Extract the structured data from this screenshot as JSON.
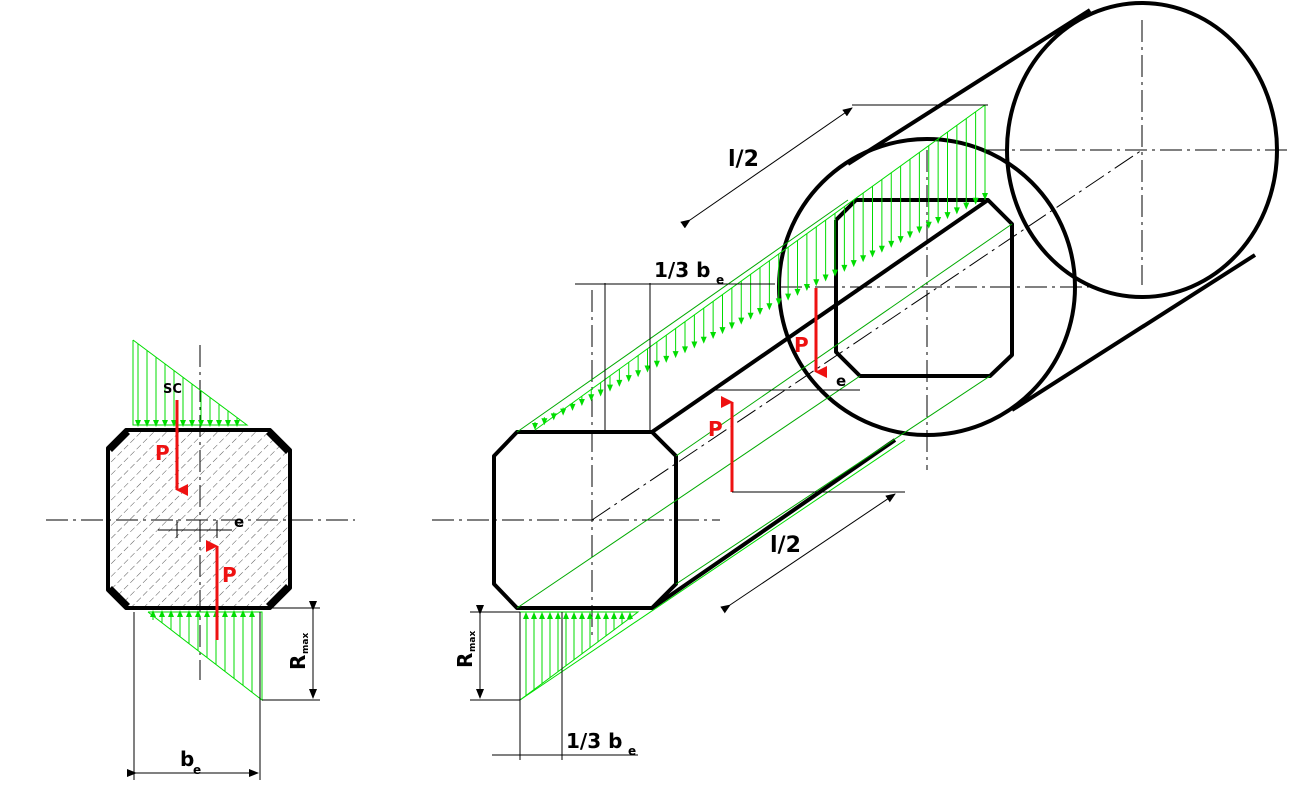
{
  "colors": {
    "outline": "#000000",
    "load_arrows": "#00dd00",
    "force": "#ee1111",
    "axes": "#000000"
  },
  "front_view": {
    "label_sc": "SC",
    "label_p_top": "P",
    "label_p_bottom": "P",
    "label_e": "e",
    "label_width": "b",
    "label_width_sub": "e",
    "label_rmax": "R",
    "label_rmax_sub": "max"
  },
  "iso_view": {
    "label_half_len_top": "l/2",
    "label_half_len_bottom": "l/2",
    "label_third_top": "1/3 b",
    "label_third_top_sub": "e",
    "label_third_bottom": "1/3 b",
    "label_third_bottom_sub": "e",
    "label_p_upper": "P",
    "label_p_lower": "P",
    "label_e": "e",
    "label_rmax": "R",
    "label_rmax_sub": "max"
  }
}
